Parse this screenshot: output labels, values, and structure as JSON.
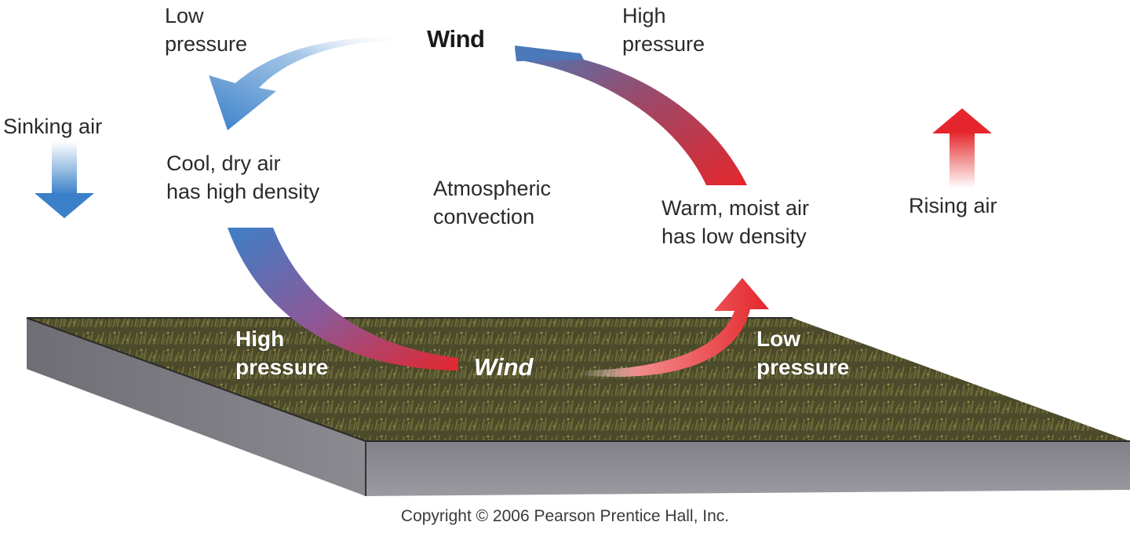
{
  "labels": {
    "low_pressure_top": [
      "Low",
      "pressure"
    ],
    "high_pressure_top": [
      "High",
      "pressure"
    ],
    "wind_top": "Wind",
    "sinking_air": "Sinking air",
    "cool_dry_air": [
      "Cool, dry air",
      "has high density"
    ],
    "atmospheric_convection": [
      "Atmospheric",
      "convection"
    ],
    "warm_moist_air": [
      "Warm, moist air",
      "has low density"
    ],
    "rising_air": "Rising air",
    "high_pressure_ground": [
      "High",
      "pressure"
    ],
    "wind_bottom": "Wind",
    "low_pressure_ground": [
      "Low",
      "pressure"
    ]
  },
  "copyright": "Copyright © 2006 Pearson Prentice Hall, Inc.",
  "colors": {
    "cool_blue": "#3f7fc4",
    "warm_red": "#e3262b",
    "ground_grass": "#4a4a2a",
    "slab_side": "#7d7d85"
  }
}
